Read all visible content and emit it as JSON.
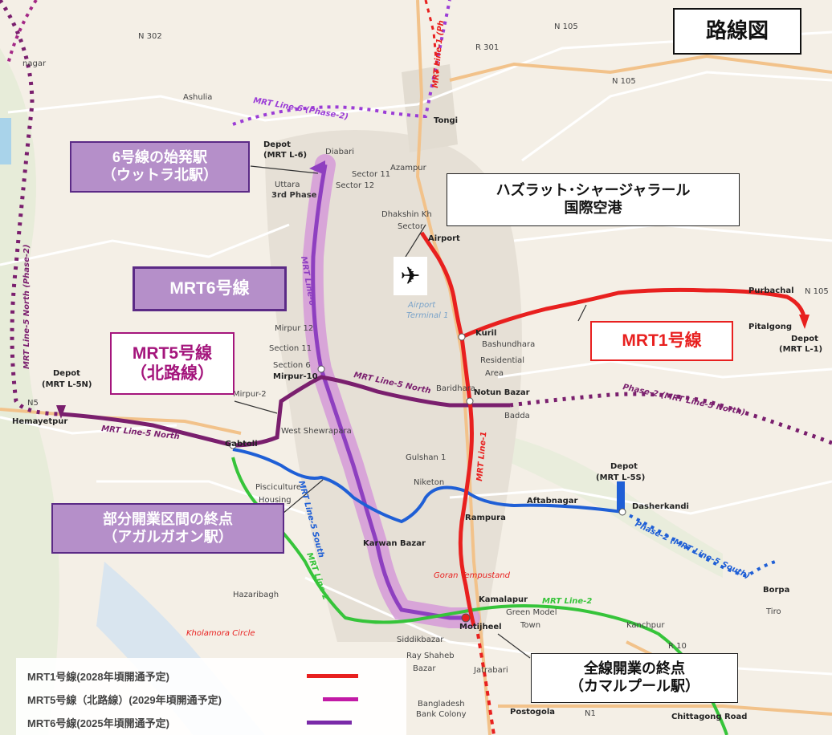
{
  "title": "路線図",
  "callouts": {
    "line6_start": [
      "6号線の始発駅",
      "（ウットラ北駅）"
    ],
    "airport": [
      "ハズラット･シャージャラール",
      "国際空港"
    ],
    "line6": "MRT6号線",
    "line5": [
      "MRT5号線",
      "（北路線）"
    ],
    "line1": "MRT1号線",
    "partial_end": [
      "部分開業区間の終点",
      "（アガルガオン駅）"
    ],
    "full_end": [
      "全線開業の終点",
      "（カマルプール駅）"
    ]
  },
  "legend": [
    {
      "label": "MRT1号線(2028年頃開通予定)",
      "color": "#e8201f"
    },
    {
      "label": "MRT5号線（北路線）(2029年頃開通予定)",
      "color": "#c21aa6"
    },
    {
      "label": "MRT6号線(2025年頃開通予定)",
      "color": "#7a2aa8"
    }
  ],
  "map_labels": {
    "mrt_line1": "MRT Line-1",
    "mrt_line1_top": "MRT Line-1 (Ph",
    "mrt_line6": "MRT Line-6",
    "mrt_line6_phase2": "MRT Line-6 (Phase-2)",
    "mrt_line5_north": "MRT Line-5 North",
    "mrt_line5_north_w": "MRT Line-5 North",
    "mrt_line5_north_phase2_v": "MRT Line-5 North (Phase-2)",
    "phase2_line5_north": "Phase-2 (MRT Line-5 North)",
    "mrt_line5_south": "MRT Line-5 South",
    "phase2_line5_south": "Phase-2 (MRT Line-5 South)",
    "mrt_line2": "MRT Line-2",
    "mrt_line2_v": "MRT Line-2",
    "depot_l6": "Depot",
    "depot_l6_b": "(MRT L-6)",
    "depot_l5n": "Depot",
    "depot_l5n_b": "(MRT L-5N)",
    "depot_l5s": "Depot",
    "depot_l5s_b": "(MRT L-5S)",
    "depot_l1": "Depot",
    "depot_l1_b": "(MRT L-1)",
    "n302": "N 302",
    "r301": "R 301",
    "n105a": "N 105",
    "n105b": "N 105",
    "n105c": "N 105",
    "n5": "N5",
    "n1": "N1",
    "r10": "R 10",
    "ashulia": "Ashulia",
    "tongi": "Tongi",
    "diabari": "Diabari",
    "uttara": "Uttara",
    "third_phase": "3rd Phase",
    "sector11": "Sector 11",
    "sector12": "Sector 12",
    "azampur": "Azampur",
    "dhakshinkhan": "Dhakshin Kh",
    "sector": "Sector",
    "airport": "Airport",
    "kuril": "Kuril",
    "bashundhara": "Bashundhara",
    "residential": "Residential",
    "area": "Area",
    "notun_bazar": "Notun Bazar",
    "badda": "Badda",
    "baridhara": "Baridhara",
    "gulshan1": "Gulshan 1",
    "niketon": "Niketon",
    "rampura": "Rampura",
    "aftabnagar": "Aftabnagar",
    "dasherkandi": "Dasherkandi",
    "purbachal": "Purbachal",
    "pitalgong": "Pitalgong",
    "borpa": "Borpa",
    "mirpur12": "Mirpur 12",
    "section11": "Section 11",
    "section6": "Section 6",
    "mirpur10": "Mirpur-10",
    "mirpur2": "Mirpur-2",
    "west_shewrapara": "West Shewrapara",
    "gabtoli": "Gabtoli",
    "hemayetpur": "Hemayetpur",
    "pisciculture": "Pisciculture",
    "housing": "Housing",
    "karwan_bazar": "Karwan Bazar",
    "hazaribagh": "Hazaribagh",
    "kamalapur": "Kamalapur",
    "green_model": "Green Model",
    "town": "Town",
    "motijheel": "Motijheel",
    "siddikbazar": "Siddikbazar",
    "ray_shaheb": "Ray Shaheb",
    "bazar": "Bazar",
    "jatrabari": "Jatrabari",
    "postogola": "Postogola",
    "chittagong_road": "Chittagong Road",
    "bangladesh_bank": "Bangladesh",
    "bank_colony": "Bank Colony",
    "goran": "Goran Tempustand",
    "kholamora": "Kholamora Circle",
    "airport_terminal": "Airport",
    "terminal1": "Terminal 1",
    "kanchpur": "Kanchpur",
    "nagar": "nagar",
    "tiro": "Tiro"
  },
  "colors": {
    "line1": "#e8201f",
    "line5": "#7a1f6e",
    "line6": "#8e3fc0",
    "line6_highlight": "#d59ad8",
    "line5_south": "#1f5fd6",
    "line2": "#36c43a",
    "phase2_line6": "#9b3dd6",
    "phase2_line5": "#7a1f6e",
    "phase2_line5s": "#1f5fd6"
  }
}
